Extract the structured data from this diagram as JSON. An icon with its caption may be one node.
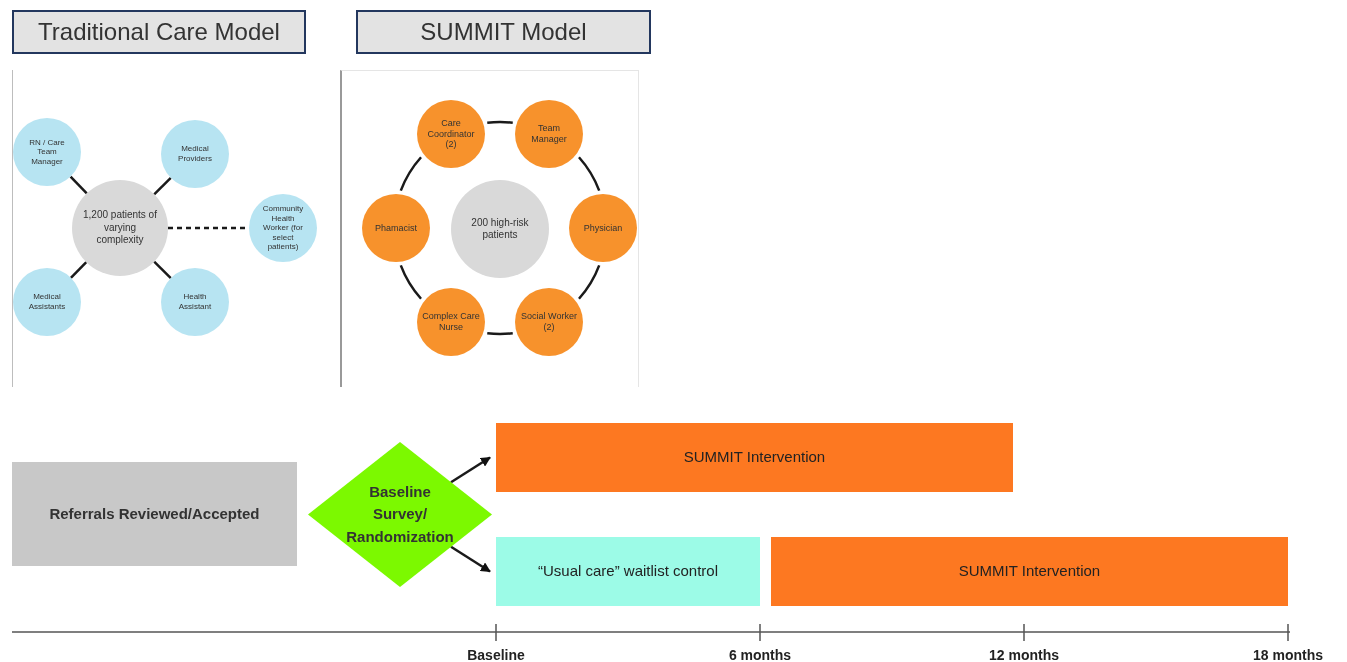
{
  "diagram": {
    "nodes": [
      {
        "text": [
          "Traditional Care Model"
        ]
      },
      {
        "text": [
          "SUMMIT Model"
        ]
      },
      {
        "text": [
          "1,200 patients of varying complexity"
        ]
      },
      {
        "text": [
          "RN / Care Team Manager"
        ]
      },
      {
        "text": [
          "Medical Providers"
        ]
      },
      {
        "text": [
          "Community Health Worker (for select patients)"
        ]
      },
      {
        "text": [
          "Medical Assistants"
        ]
      },
      {
        "text": [
          "Health Assistant"
        ]
      },
      {
        "text": [
          "200 high-risk patients"
        ]
      },
      {
        "text": [
          "Care Coordinator (2)"
        ]
      },
      {
        "text": [
          "Team Manager"
        ]
      },
      {
        "text": [
          "Physician"
        ]
      },
      {
        "text": [
          "Social Worker (2)"
        ]
      },
      {
        "text": [
          "Complex Care Nurse"
        ]
      },
      {
        "text": [
          "Phamacist"
        ]
      },
      {
        "text": [
          "Referrals Reviewed/Accepted"
        ]
      },
      {
        "text": [
          "Baseline Survey/ Randomization"
        ]
      },
      {
        "text": [
          "SUMMIT Intervention"
        ]
      },
      {
        "text": [
          "“Usual care” waitlist control"
        ]
      },
      {
        "text": [
          "SUMMIT Intervention"
        ]
      }
    ],
    "edges": [
      {
        "from": 2,
        "to": 3,
        "arrow": "none"
      },
      {
        "from": 2,
        "to": 4,
        "arrow": "none"
      },
      {
        "from": 2,
        "to": 5,
        "arrow": "none",
        "style": "dashed"
      },
      {
        "from": 2,
        "to": 6,
        "arrow": "none"
      },
      {
        "from": 2,
        "to": 7,
        "arrow": "none"
      },
      {
        "from": 9,
        "to": 10,
        "arrow": "none"
      },
      {
        "from": 10,
        "to": 11,
        "arrow": "none"
      },
      {
        "from": 11,
        "to": 12,
        "arrow": "none"
      },
      {
        "from": 12,
        "to": 13,
        "arrow": "none"
      },
      {
        "from": 13,
        "to": 14,
        "arrow": "none"
      },
      {
        "from": 14,
        "to": 9,
        "arrow": "none"
      },
      {
        "from": 16,
        "to": 17,
        "arrow": "to"
      },
      {
        "from": 16,
        "to": 18,
        "arrow": "to"
      }
    ],
    "labels": [
      "Baseline",
      "6 months",
      "12 months",
      "18 months"
    ]
  }
}
